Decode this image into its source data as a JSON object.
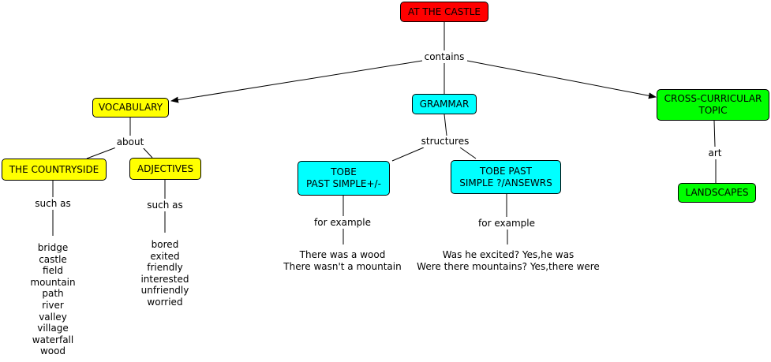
{
  "colors": {
    "red": "#ff0000",
    "yellow": "#ffff00",
    "cyan": "#00ffff",
    "green": "#00ff00"
  },
  "nodes": {
    "root": "AT THE CASTLE",
    "vocabulary": "VOCABULARY",
    "grammar": "GRAMMAR",
    "cross": "CROSS-CURRICULAR\nTOPIC",
    "countryside": "THE COUNTRYSIDE",
    "adjectives": "ADJECTIVES",
    "tobe_ps": "TOBE\nPAST SIMPLE+/-",
    "tobe_q": "TOBE PAST\nSIMPLE ?/ANSEWRS",
    "landscapes": "LANDSCAPES"
  },
  "links": {
    "contains": "contains",
    "about": "about",
    "structures": "structures",
    "art": "art",
    "such_as_1": "such as",
    "such_as_2": "such as",
    "for_example_1": "for example",
    "for_example_2": "for example"
  },
  "leaves": {
    "countryside_words": [
      "bridge",
      "castle",
      "field",
      "mountain",
      "path",
      "river",
      "valley",
      "village",
      "waterfall",
      "wood"
    ],
    "adjective_words": [
      "bored",
      "exited",
      "friendly",
      "interested",
      "unfriendly",
      "worried"
    ],
    "tobe_ps_examples": [
      "There was a wood",
      "There wasn't a mountain"
    ],
    "tobe_q_examples": [
      "Was he excited? Yes,he was",
      "Were there mountains? Yes,there were"
    ]
  }
}
